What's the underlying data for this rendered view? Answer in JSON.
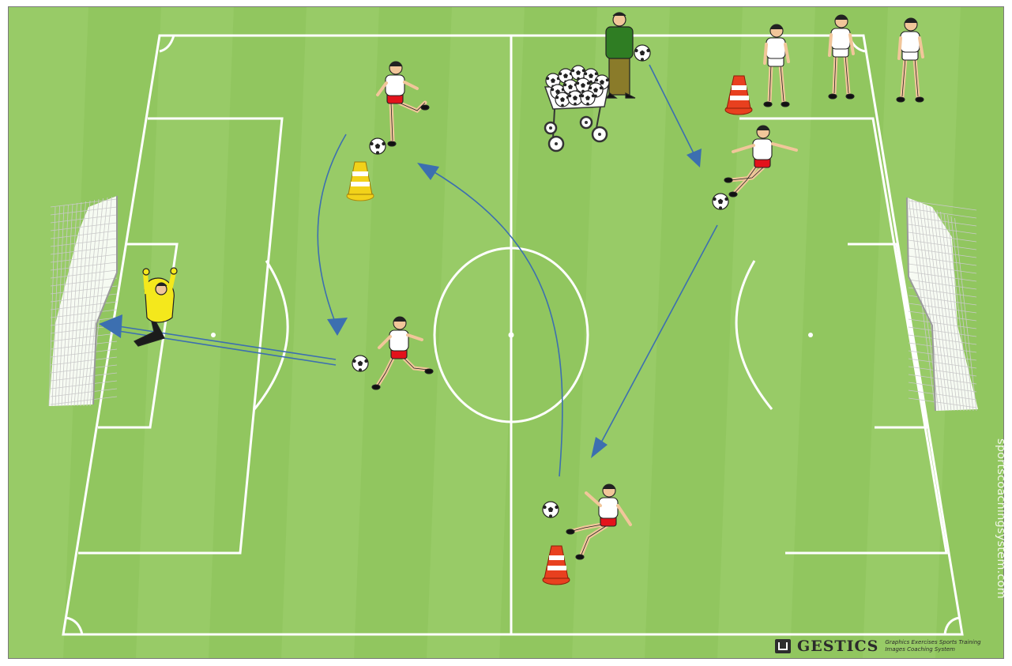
{
  "watermark": {
    "text": "sportscoachingsystem.com"
  },
  "brand": {
    "name": "GESTICS",
    "tagline_top": "Graphics Exercises Sports Training",
    "tagline_bottom": "Images Coaching System"
  },
  "colors": {
    "pitch_light": "#98cb67",
    "pitch_dark": "#8dc25a",
    "lines": "#ffffff",
    "arrow": "#3c6fb0",
    "shirt_white": "#ffffff",
    "shorts_red": "#e3121b",
    "goalkeeper_yellow": "#f4e81c",
    "coach_green": "#2f7d23",
    "cone_orange": "#e8401f",
    "cone_yellow": "#f2d21a"
  },
  "figures": [
    {
      "role": "attacker",
      "kit": "white-red",
      "label": "attacker-top-left"
    },
    {
      "role": "attacker",
      "kit": "white-red",
      "label": "attacker-shooting"
    },
    {
      "role": "attacker",
      "kit": "white-red",
      "label": "attacker-right"
    },
    {
      "role": "attacker",
      "kit": "white-red",
      "label": "attacker-bottom"
    },
    {
      "role": "goalkeeper",
      "kit": "yellow-black",
      "label": "goalkeeper-diving"
    },
    {
      "role": "coach",
      "kit": "green",
      "label": "coach"
    },
    {
      "role": "waiting",
      "kit": "white",
      "label": "waiting-player-1"
    },
    {
      "role": "waiting",
      "kit": "white",
      "label": "waiting-player-2"
    },
    {
      "role": "waiting",
      "kit": "white",
      "label": "waiting-player-3"
    }
  ],
  "equipment": [
    {
      "type": "cone",
      "color": "yellow",
      "label": "cone-yellow"
    },
    {
      "type": "cone",
      "color": "orange",
      "label": "cone-orange-top"
    },
    {
      "type": "cone",
      "color": "orange",
      "label": "cone-orange-bottom"
    },
    {
      "type": "ball-cart",
      "label": "ball-cart"
    },
    {
      "type": "goal",
      "label": "goal-left"
    },
    {
      "type": "goal",
      "label": "goal-right"
    }
  ]
}
